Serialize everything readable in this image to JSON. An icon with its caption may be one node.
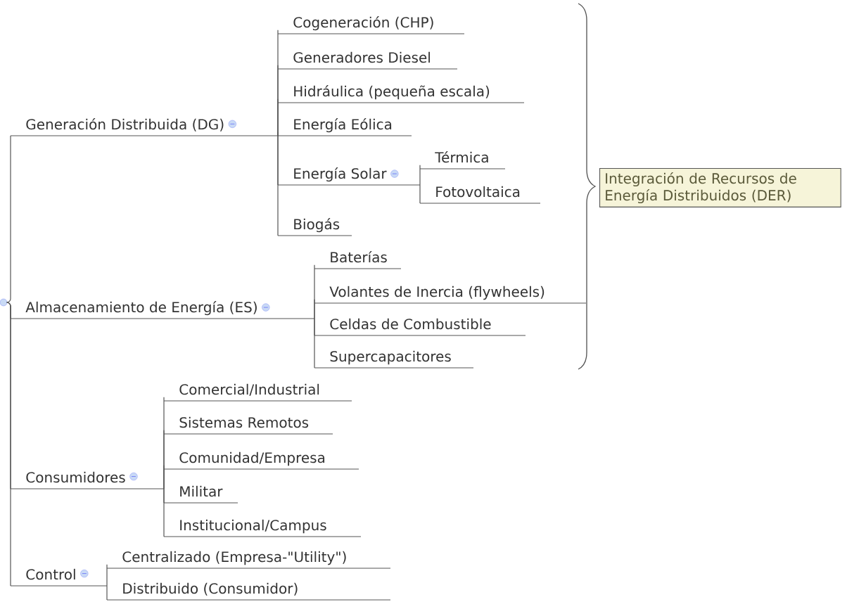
{
  "diagram": {
    "nodes": [
      {
        "text": [],
        "shape": "circle"
      },
      {
        "text": [
          "Generación Distribuida (DG)"
        ]
      },
      {
        "text": [
          "Cogeneración (CHP)"
        ]
      },
      {
        "text": [
          "Generadores Diesel"
        ]
      },
      {
        "text": [
          "Hidráulica (pequeña escala)"
        ]
      },
      {
        "text": [
          "Energía Eólica"
        ]
      },
      {
        "text": [
          "Energía Solar"
        ]
      },
      {
        "text": [
          "Térmica"
        ]
      },
      {
        "text": [
          "Fotovoltaica"
        ]
      },
      {
        "text": [
          "Biogás"
        ]
      },
      {
        "text": [
          "Almacenamiento de Energía (ES)"
        ]
      },
      {
        "text": [
          "Baterías"
        ]
      },
      {
        "text": [
          "Volantes de Inercia (flywheels)"
        ]
      },
      {
        "text": [
          "Celdas de Combustible"
        ]
      },
      {
        "text": [
          "Supercapacitores"
        ]
      },
      {
        "text": [
          "Consumidores"
        ]
      },
      {
        "text": [
          "Comercial/Industrial"
        ]
      },
      {
        "text": [
          "Sistemas Remotos"
        ]
      },
      {
        "text": [
          "Comunidad/Empresa"
        ]
      },
      {
        "text": [
          "Militar"
        ]
      },
      {
        "text": [
          "Institucional/Campus"
        ]
      },
      {
        "text": [
          "Control"
        ]
      },
      {
        "text": [
          "Centralizado (Empresa-\"Utility\")"
        ]
      },
      {
        "text": [
          "Distribuido (Consumidor)"
        ]
      },
      {
        "text": [
          "Integración de Recursos de Energía Distribuidos (DER)"
        ]
      }
    ],
    "edges": [
      {
        "from": 0,
        "to": 1,
        "arrow": "none"
      },
      {
        "from": 1,
        "to": 2,
        "arrow": "none"
      },
      {
        "from": 1,
        "to": 3,
        "arrow": "none"
      },
      {
        "from": 1,
        "to": 4,
        "arrow": "none"
      },
      {
        "from": 1,
        "to": 5,
        "arrow": "none"
      },
      {
        "from": 1,
        "to": 6,
        "arrow": "none"
      },
      {
        "from": 6,
        "to": 7,
        "arrow": "none"
      },
      {
        "from": 6,
        "to": 8,
        "arrow": "none"
      },
      {
        "from": 1,
        "to": 9,
        "arrow": "none"
      },
      {
        "from": 0,
        "to": 10,
        "arrow": "none"
      },
      {
        "from": 10,
        "to": 11,
        "arrow": "none"
      },
      {
        "from": 10,
        "to": 12,
        "arrow": "none"
      },
      {
        "from": 10,
        "to": 13,
        "arrow": "none"
      },
      {
        "from": 10,
        "to": 14,
        "arrow": "none"
      },
      {
        "from": 0,
        "to": 15,
        "arrow": "none"
      },
      {
        "from": 15,
        "to": 16,
        "arrow": "none"
      },
      {
        "from": 15,
        "to": 17,
        "arrow": "none"
      },
      {
        "from": 15,
        "to": 18,
        "arrow": "none"
      },
      {
        "from": 15,
        "to": 19,
        "arrow": "none"
      },
      {
        "from": 15,
        "to": 20,
        "arrow": "none"
      },
      {
        "from": 0,
        "to": 21,
        "arrow": "none"
      },
      {
        "from": 21,
        "to": 22,
        "arrow": "none"
      },
      {
        "from": 21,
        "to": 23,
        "arrow": "none"
      }
    ]
  }
}
